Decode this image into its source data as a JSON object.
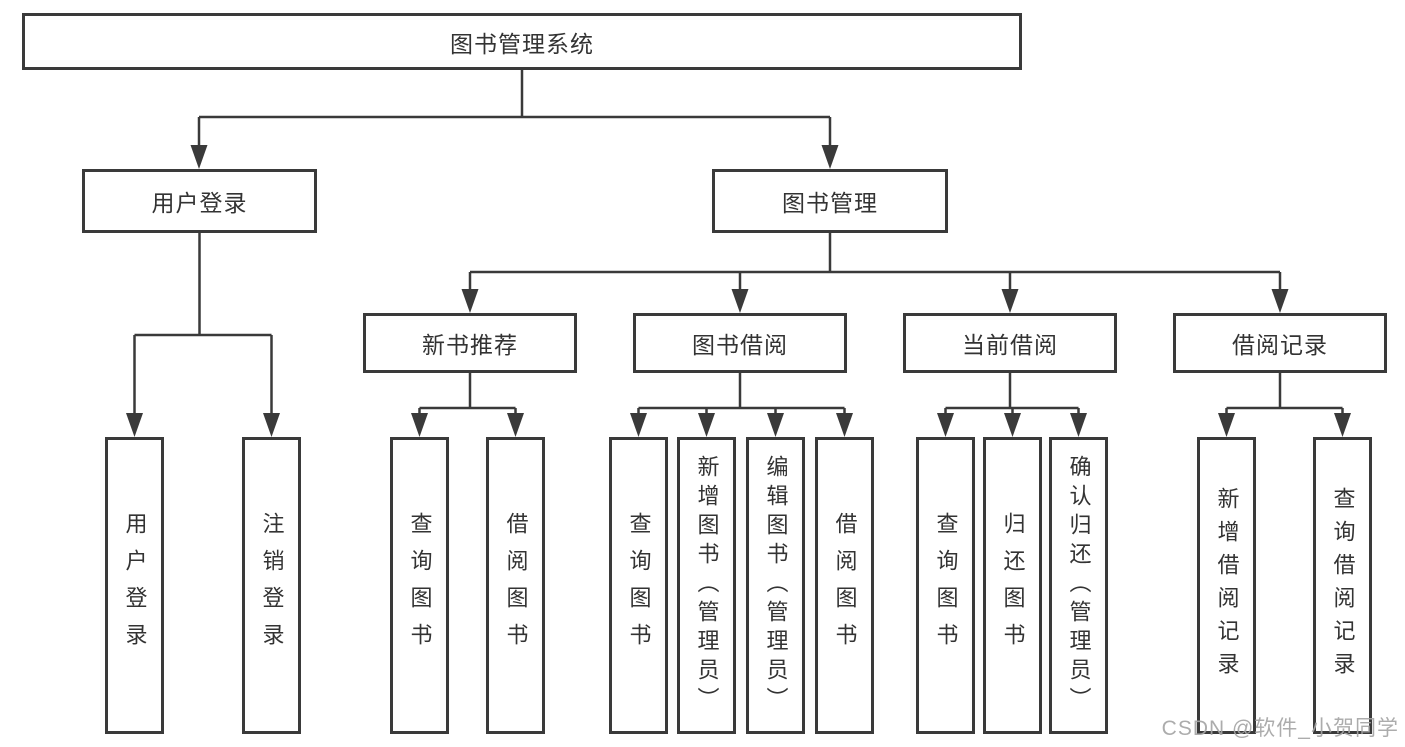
{
  "diagram": {
    "root": "图书管理系统",
    "branches": [
      {
        "label": "用户登录",
        "leaves": [
          "用户登录",
          "注销登录"
        ]
      },
      {
        "label": "图书管理",
        "children": [
          {
            "label": "新书推荐",
            "leaves": [
              "查询图书",
              "借阅图书"
            ]
          },
          {
            "label": "图书借阅",
            "leaves": [
              "查询图书",
              "新增图书（管理员）",
              "编辑图书（管理员）",
              "借阅图书"
            ]
          },
          {
            "label": "当前借阅",
            "leaves": [
              "查询图书",
              "归还图书",
              "确认归还（管理员）"
            ]
          },
          {
            "label": "借阅记录",
            "leaves": [
              "新增借阅记录",
              "查询借阅记录"
            ]
          }
        ]
      }
    ]
  },
  "watermark": {
    "text": "CSDN @软件_小贺同学"
  },
  "colors": {
    "line": "#3a3a3a",
    "box_border": "#3a3a3a",
    "text": "#333333",
    "watermark": "#a5a5a5",
    "background": "#ffffff"
  }
}
